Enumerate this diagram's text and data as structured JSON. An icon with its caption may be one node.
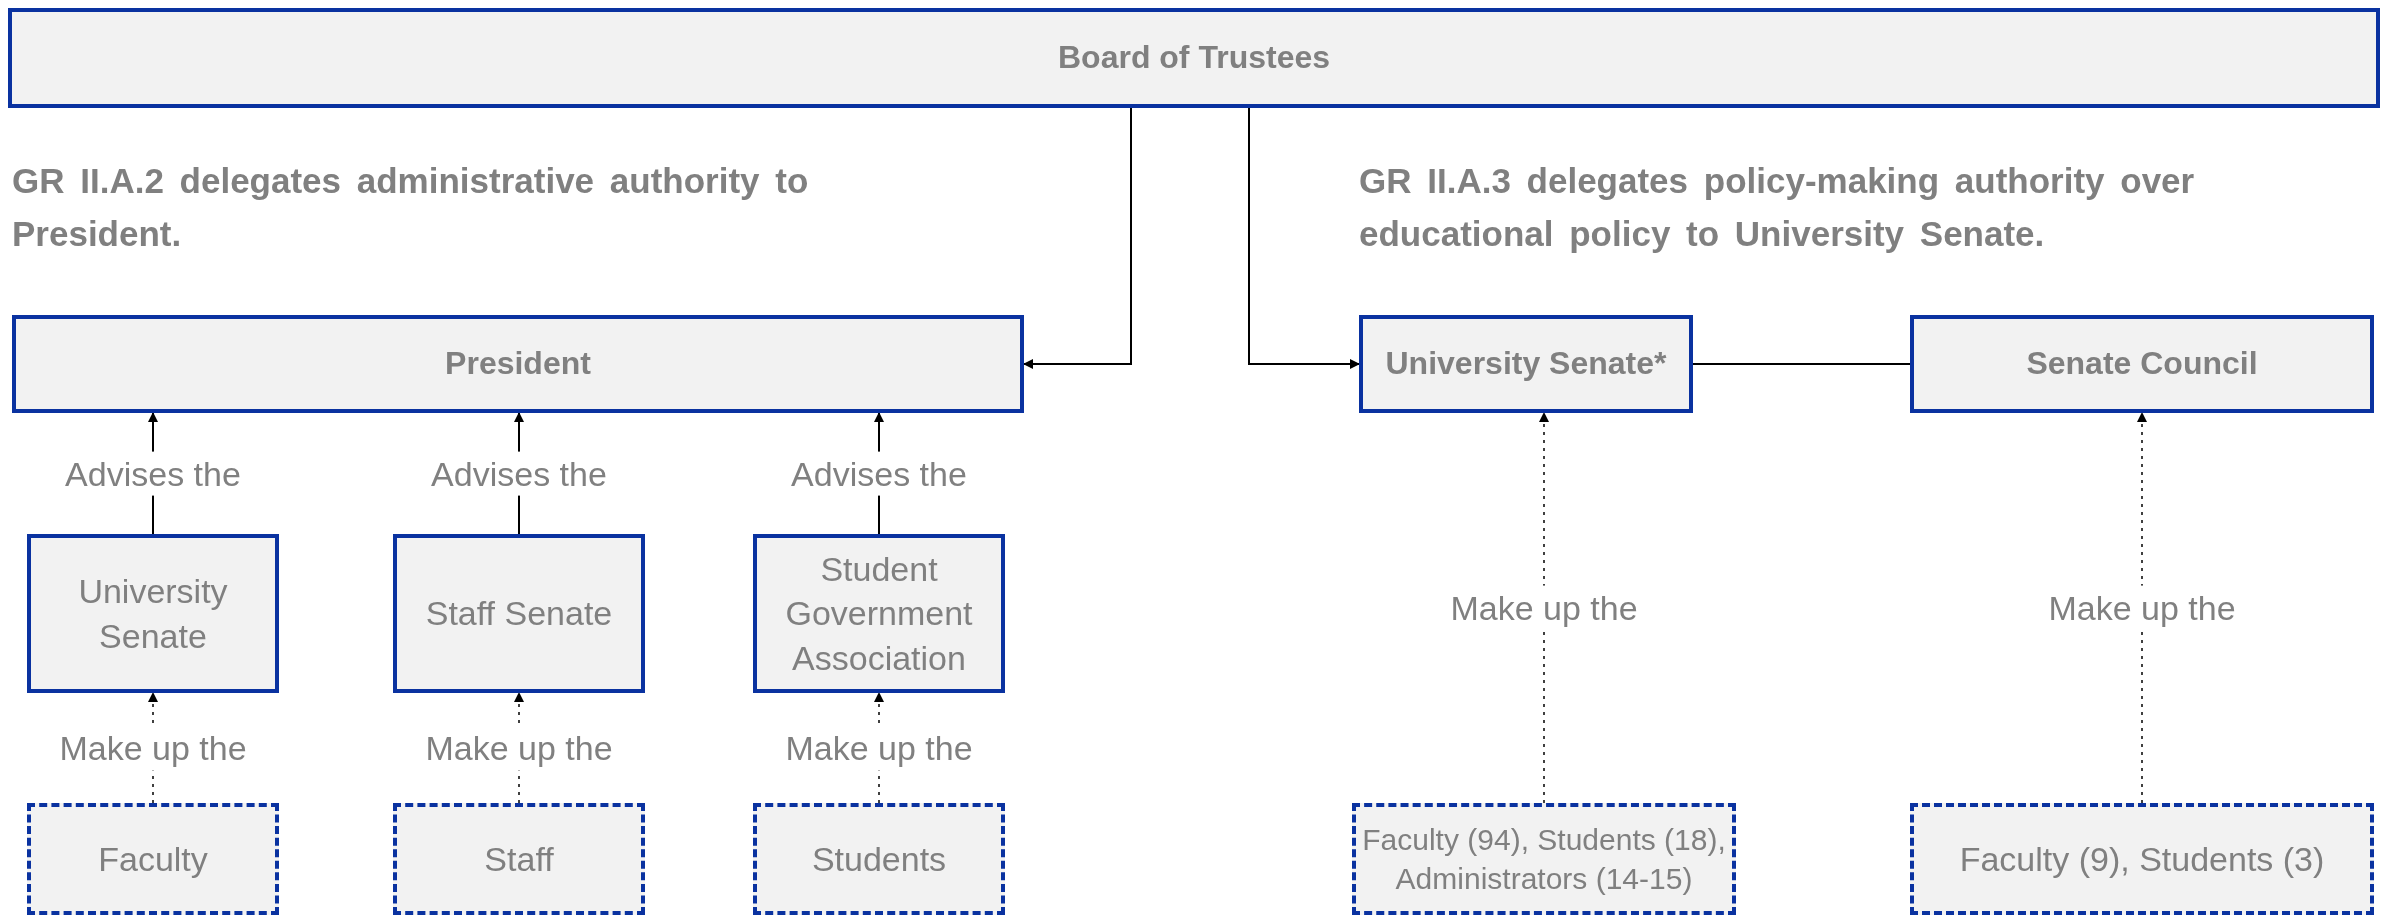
{
  "diagram": {
    "nodes": [
      {
        "text": [
          "Board of Trustees"
        ]
      },
      {
        "text": [
          "President"
        ]
      },
      {
        "text": [
          "University Senate*"
        ]
      },
      {
        "text": [
          "Senate Council"
        ]
      },
      {
        "text": [
          "University Senate"
        ]
      },
      {
        "text": [
          "Staff Senate"
        ]
      },
      {
        "text": [
          "Student Government Association"
        ]
      },
      {
        "text": [
          "Faculty"
        ]
      },
      {
        "text": [
          "Staff"
        ]
      },
      {
        "text": [
          "Students"
        ]
      },
      {
        "text": [
          "Faculty (94), Students (18), Administrators (14-15)"
        ]
      },
      {
        "text": [
          "Faculty (9), Students (3)"
        ]
      }
    ],
    "edges": [
      {
        "from": 0,
        "to": 1,
        "arrow": "to"
      },
      {
        "from": 0,
        "to": 2,
        "arrow": "to"
      },
      {
        "from": 2,
        "to": 3,
        "arrow": "none"
      },
      {
        "from": 4,
        "to": 1,
        "arrow": "to",
        "label": "Advises the"
      },
      {
        "from": 5,
        "to": 1,
        "arrow": "to",
        "label": "Advises the"
      },
      {
        "from": 6,
        "to": 1,
        "arrow": "to",
        "label": "Advises the"
      },
      {
        "from": 7,
        "to": 4,
        "arrow": "to",
        "label": "Make up the",
        "style": "dashed"
      },
      {
        "from": 8,
        "to": 5,
        "arrow": "to",
        "label": "Make up the",
        "style": "dashed"
      },
      {
        "from": 9,
        "to": 6,
        "arrow": "to",
        "label": "Make up the",
        "style": "dashed"
      },
      {
        "from": 10,
        "to": 2,
        "arrow": "to",
        "label": "Make up the",
        "style": "dashed"
      },
      {
        "from": 11,
        "to": 3,
        "arrow": "to",
        "label": "Make up the",
        "style": "dashed"
      }
    ],
    "labels": [
      "GR II.A.2 delegates administrative authority to President.",
      "GR II.A.3 delegates policy-making authority over educational policy to University Senate."
    ]
  }
}
